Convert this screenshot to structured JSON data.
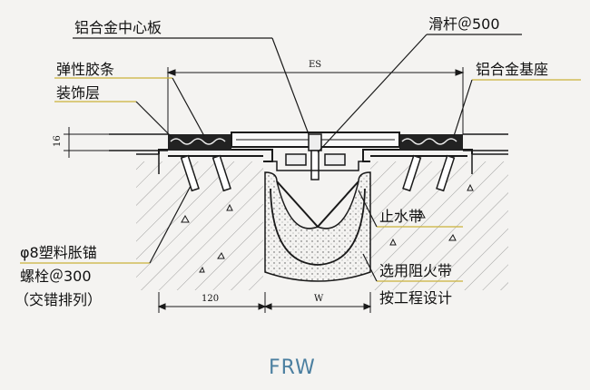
{
  "labels": {
    "center_plate": "铝合金中心板",
    "slide_rod": "滑杆＠500",
    "es": "ES",
    "elastic_strip": "弹性胶条",
    "al_base": "铝合金基座",
    "decor_layer": "装饰层",
    "dim_16": "16",
    "waterstop": "止水带",
    "anchor_1": "φ8塑料胀锚",
    "anchor_2": "螺栓＠300",
    "anchor_3": "（交错排列）",
    "fire_1": "选用阻火带",
    "fire_2": "按工程设计",
    "dim_120": "120",
    "dim_w": "W"
  },
  "title": "FRW",
  "colors": {
    "line": "#1a1a1a",
    "leader_yellow": "#c9b23a",
    "title": "#4b7fa0",
    "background": "#f4f3f1"
  }
}
